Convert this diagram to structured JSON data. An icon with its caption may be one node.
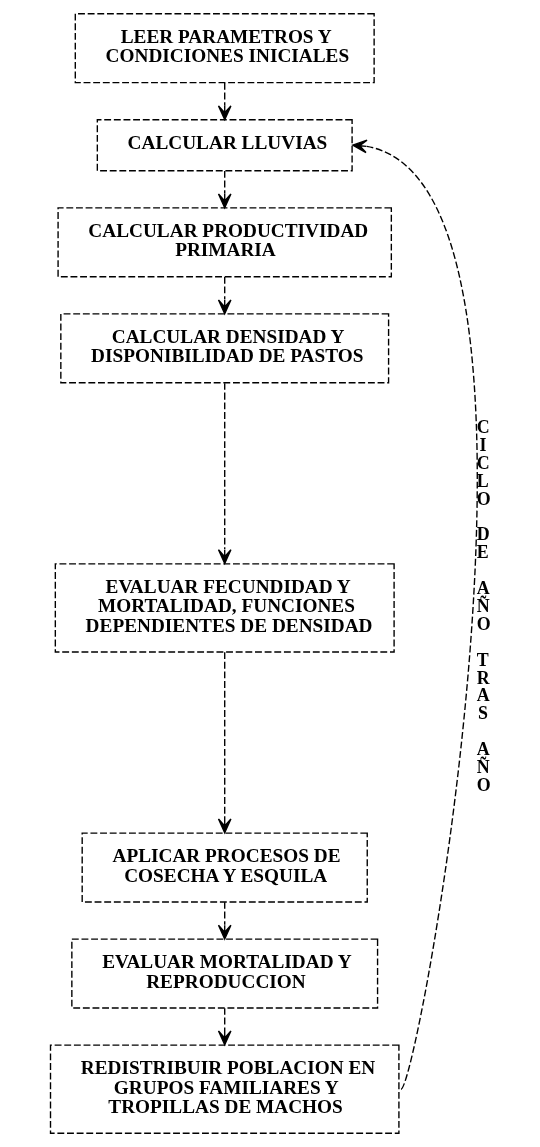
{
  "diagram": {
    "nodes": [
      {
        "text": [
          "LEER PARAMETROS Y CONDICIONES INICIALES"
        ]
      },
      {
        "text": [
          "CALCULAR LLUVIAS"
        ]
      },
      {
        "text": [
          "CALCULAR PRODUCTIVIDAD PRIMARIA"
        ]
      },
      {
        "text": [
          "CALCULAR DENSIDAD Y DISPONIBILIDAD DE PASTOS"
        ]
      },
      {
        "text": [
          "EVALUAR FECUNDIDAD Y MORTALIDAD, FUNCIONES DEPENDIENTES DE DENSIDAD"
        ]
      },
      {
        "text": [
          "APLICAR PROCESOS DE COSECHA Y ESQUILA"
        ]
      },
      {
        "text": [
          "EVALUAR MORTALIDAD Y REPRODUCCION"
        ]
      },
      {
        "text": [
          "REDISTRIBUIR POBLACION EN GRUPOS FAMILIARES Y TROPILLAS DE MACHOS"
        ]
      }
    ],
    "edges": [
      {
        "from": 0,
        "to": 1,
        "arrow": "to",
        "style": "dashed"
      },
      {
        "from": 1,
        "to": 2,
        "arrow": "to",
        "style": "dashed"
      },
      {
        "from": 2,
        "to": 3,
        "arrow": "to",
        "style": "dashed"
      },
      {
        "from": 3,
        "to": 4,
        "arrow": "to",
        "style": "dashed"
      },
      {
        "from": 4,
        "to": 5,
        "arrow": "to",
        "style": "dashed"
      },
      {
        "from": 5,
        "to": 6,
        "arrow": "to",
        "style": "dashed"
      },
      {
        "from": 6,
        "to": 7,
        "arrow": "to",
        "style": "dashed"
      },
      {
        "from": 7,
        "to": 1,
        "arrow": "to",
        "style": "dashed",
        "label": "CICLO DE AÑO TRAS AÑO"
      }
    ]
  }
}
